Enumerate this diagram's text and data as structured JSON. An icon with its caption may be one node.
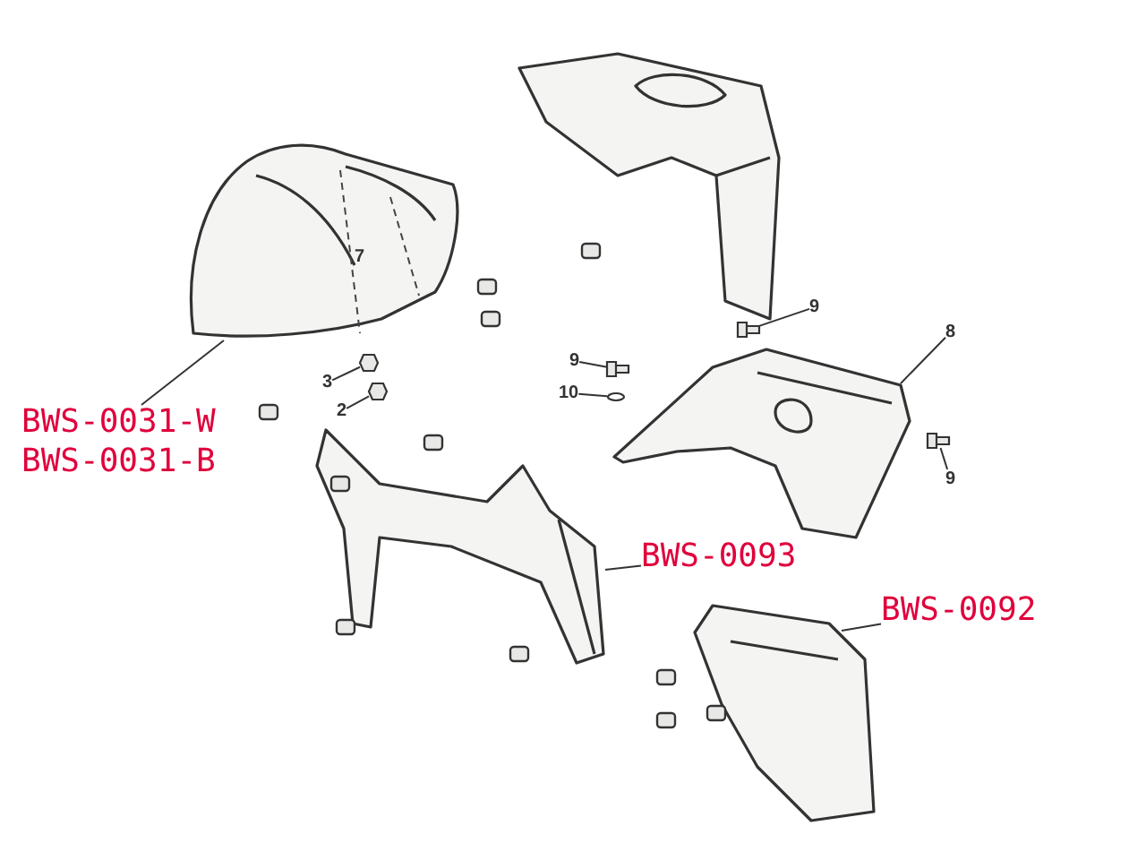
{
  "diagram": {
    "nodes": [
      {
        "text": [],
        "shape": "picture"
      },
      {
        "text": [],
        "shape": "picture"
      },
      {
        "text": [],
        "shape": "picture"
      },
      {
        "text": [],
        "shape": "picture"
      },
      {
        "text": [],
        "shape": "picture"
      },
      {
        "text": [
          "BWS-0031-W"
        ]
      },
      {
        "text": [
          "BWS-0031-B"
        ]
      },
      {
        "text": [
          "BWS-0093"
        ]
      },
      {
        "text": [
          "BWS-0092"
        ]
      },
      {
        "text": [
          "3"
        ]
      },
      {
        "text": [
          "2"
        ]
      },
      {
        "text": [
          "9"
        ]
      },
      {
        "text": [
          "10"
        ]
      },
      {
        "text": [
          "9"
        ]
      },
      {
        "text": [
          "8"
        ]
      },
      {
        "text": [
          "9"
        ]
      },
      {
        "text": [],
        "shape": "nut"
      },
      {
        "text": [],
        "shape": "nut"
      },
      {
        "text": [],
        "shape": "bolt"
      },
      {
        "text": [],
        "shape": "washer"
      },
      {
        "text": [],
        "shape": "bolt"
      },
      {
        "text": [],
        "shape": "bolt"
      }
    ],
    "edges": [
      {
        "from": 5,
        "to": 0,
        "arrow": "none"
      },
      {
        "from": 7,
        "to": 3,
        "arrow": "none"
      },
      {
        "from": 8,
        "to": 4,
        "arrow": "none"
      },
      {
        "from": 9,
        "to": 16,
        "arrow": "none"
      },
      {
        "from": 10,
        "to": 17,
        "arrow": "none"
      },
      {
        "from": 11,
        "to": 18,
        "arrow": "none"
      },
      {
        "from": 12,
        "to": 19,
        "arrow": "none"
      },
      {
        "from": 13,
        "to": 20,
        "arrow": "none"
      },
      {
        "from": 14,
        "to": 2,
        "arrow": "none"
      },
      {
        "from": 15,
        "to": 21,
        "arrow": "none"
      }
    ],
    "labels": [
      "7"
    ]
  }
}
